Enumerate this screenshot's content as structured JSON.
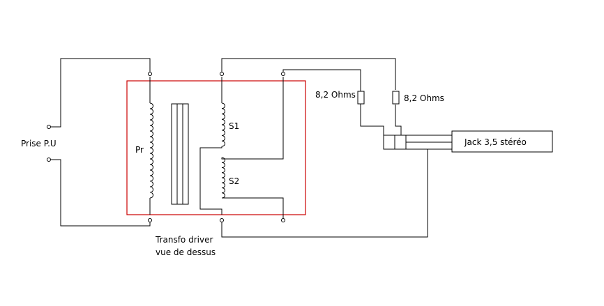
{
  "labels": {
    "input": "Prise P.U",
    "primary": "Pr",
    "secondary1": "S1",
    "secondary2": "S2",
    "resistor1": "8,2 Ohms",
    "resistor2": "8,2 Ohms",
    "jack": "Jack 3,5 stéréo",
    "caption_line1": "Transfo driver",
    "caption_line2": "vue de dessus"
  },
  "colors": {
    "transformer_outline": "#cc0000",
    "wire": "#000000"
  }
}
